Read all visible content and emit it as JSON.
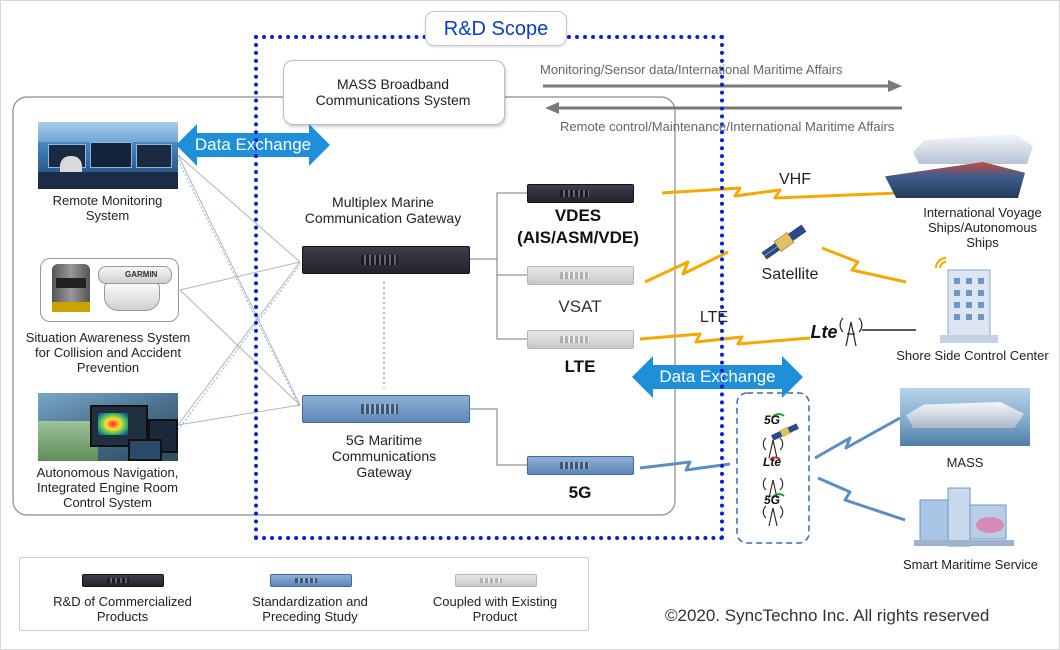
{
  "scope": {
    "title": "R&D Scope"
  },
  "broadband": {
    "label": "MASS Broadband\nCommunications System"
  },
  "arrows": {
    "top": "Monitoring/Sensor data/International Maritime Affairs",
    "bottom": "Remote control/Maintenance/International Maritime Affairs"
  },
  "left_systems": {
    "remote": "Remote Monitoring\nSystem",
    "situation": "Situation Awareness System\nfor Collision and Accident\nPrevention",
    "autonomous": "Autonomous Navigation,\nIntegrated Engine Room\nControl System"
  },
  "data_exchange": "Data Exchange",
  "gateways": {
    "multiplex": "Multiplex Marine\nCommunication Gateway",
    "fiveg": "5G Maritime\nCommunications\nGateway"
  },
  "devices": {
    "vdes": "VDES\n(AIS/ASM/VDE)",
    "vsat": "VSAT",
    "lte": "LTE",
    "fiveg": "5G"
  },
  "links": {
    "vhf": "VHF",
    "lte": "LTE",
    "satellite": "Satellite",
    "lte_logo": "Lte",
    "fiveg_logo": "5G"
  },
  "right": {
    "intl_ships": "International Voyage\nShips/Autonomous\nShips",
    "shore": "Shore Side Control Center",
    "mass": "MASS",
    "smart": "Smart Maritime Service"
  },
  "legend": {
    "commercial": "R&D of Commercialized\nProducts",
    "standard": "Standardization and\nPreceding Study",
    "existing": "Coupled with Existing\nProduct"
  },
  "copyright": "©2020. SyncTechno Inc. All rights reserved",
  "colors": {
    "scope_border": "#0a1fd6",
    "data_exchange": "#1e8fd8",
    "arrow": "#777777",
    "lightning": "#f5a800",
    "wireless": "#5b8fc2",
    "device_dark": "#2b2b36",
    "device_blue": "#6b92c1",
    "device_gray": "#cfcfcf"
  }
}
